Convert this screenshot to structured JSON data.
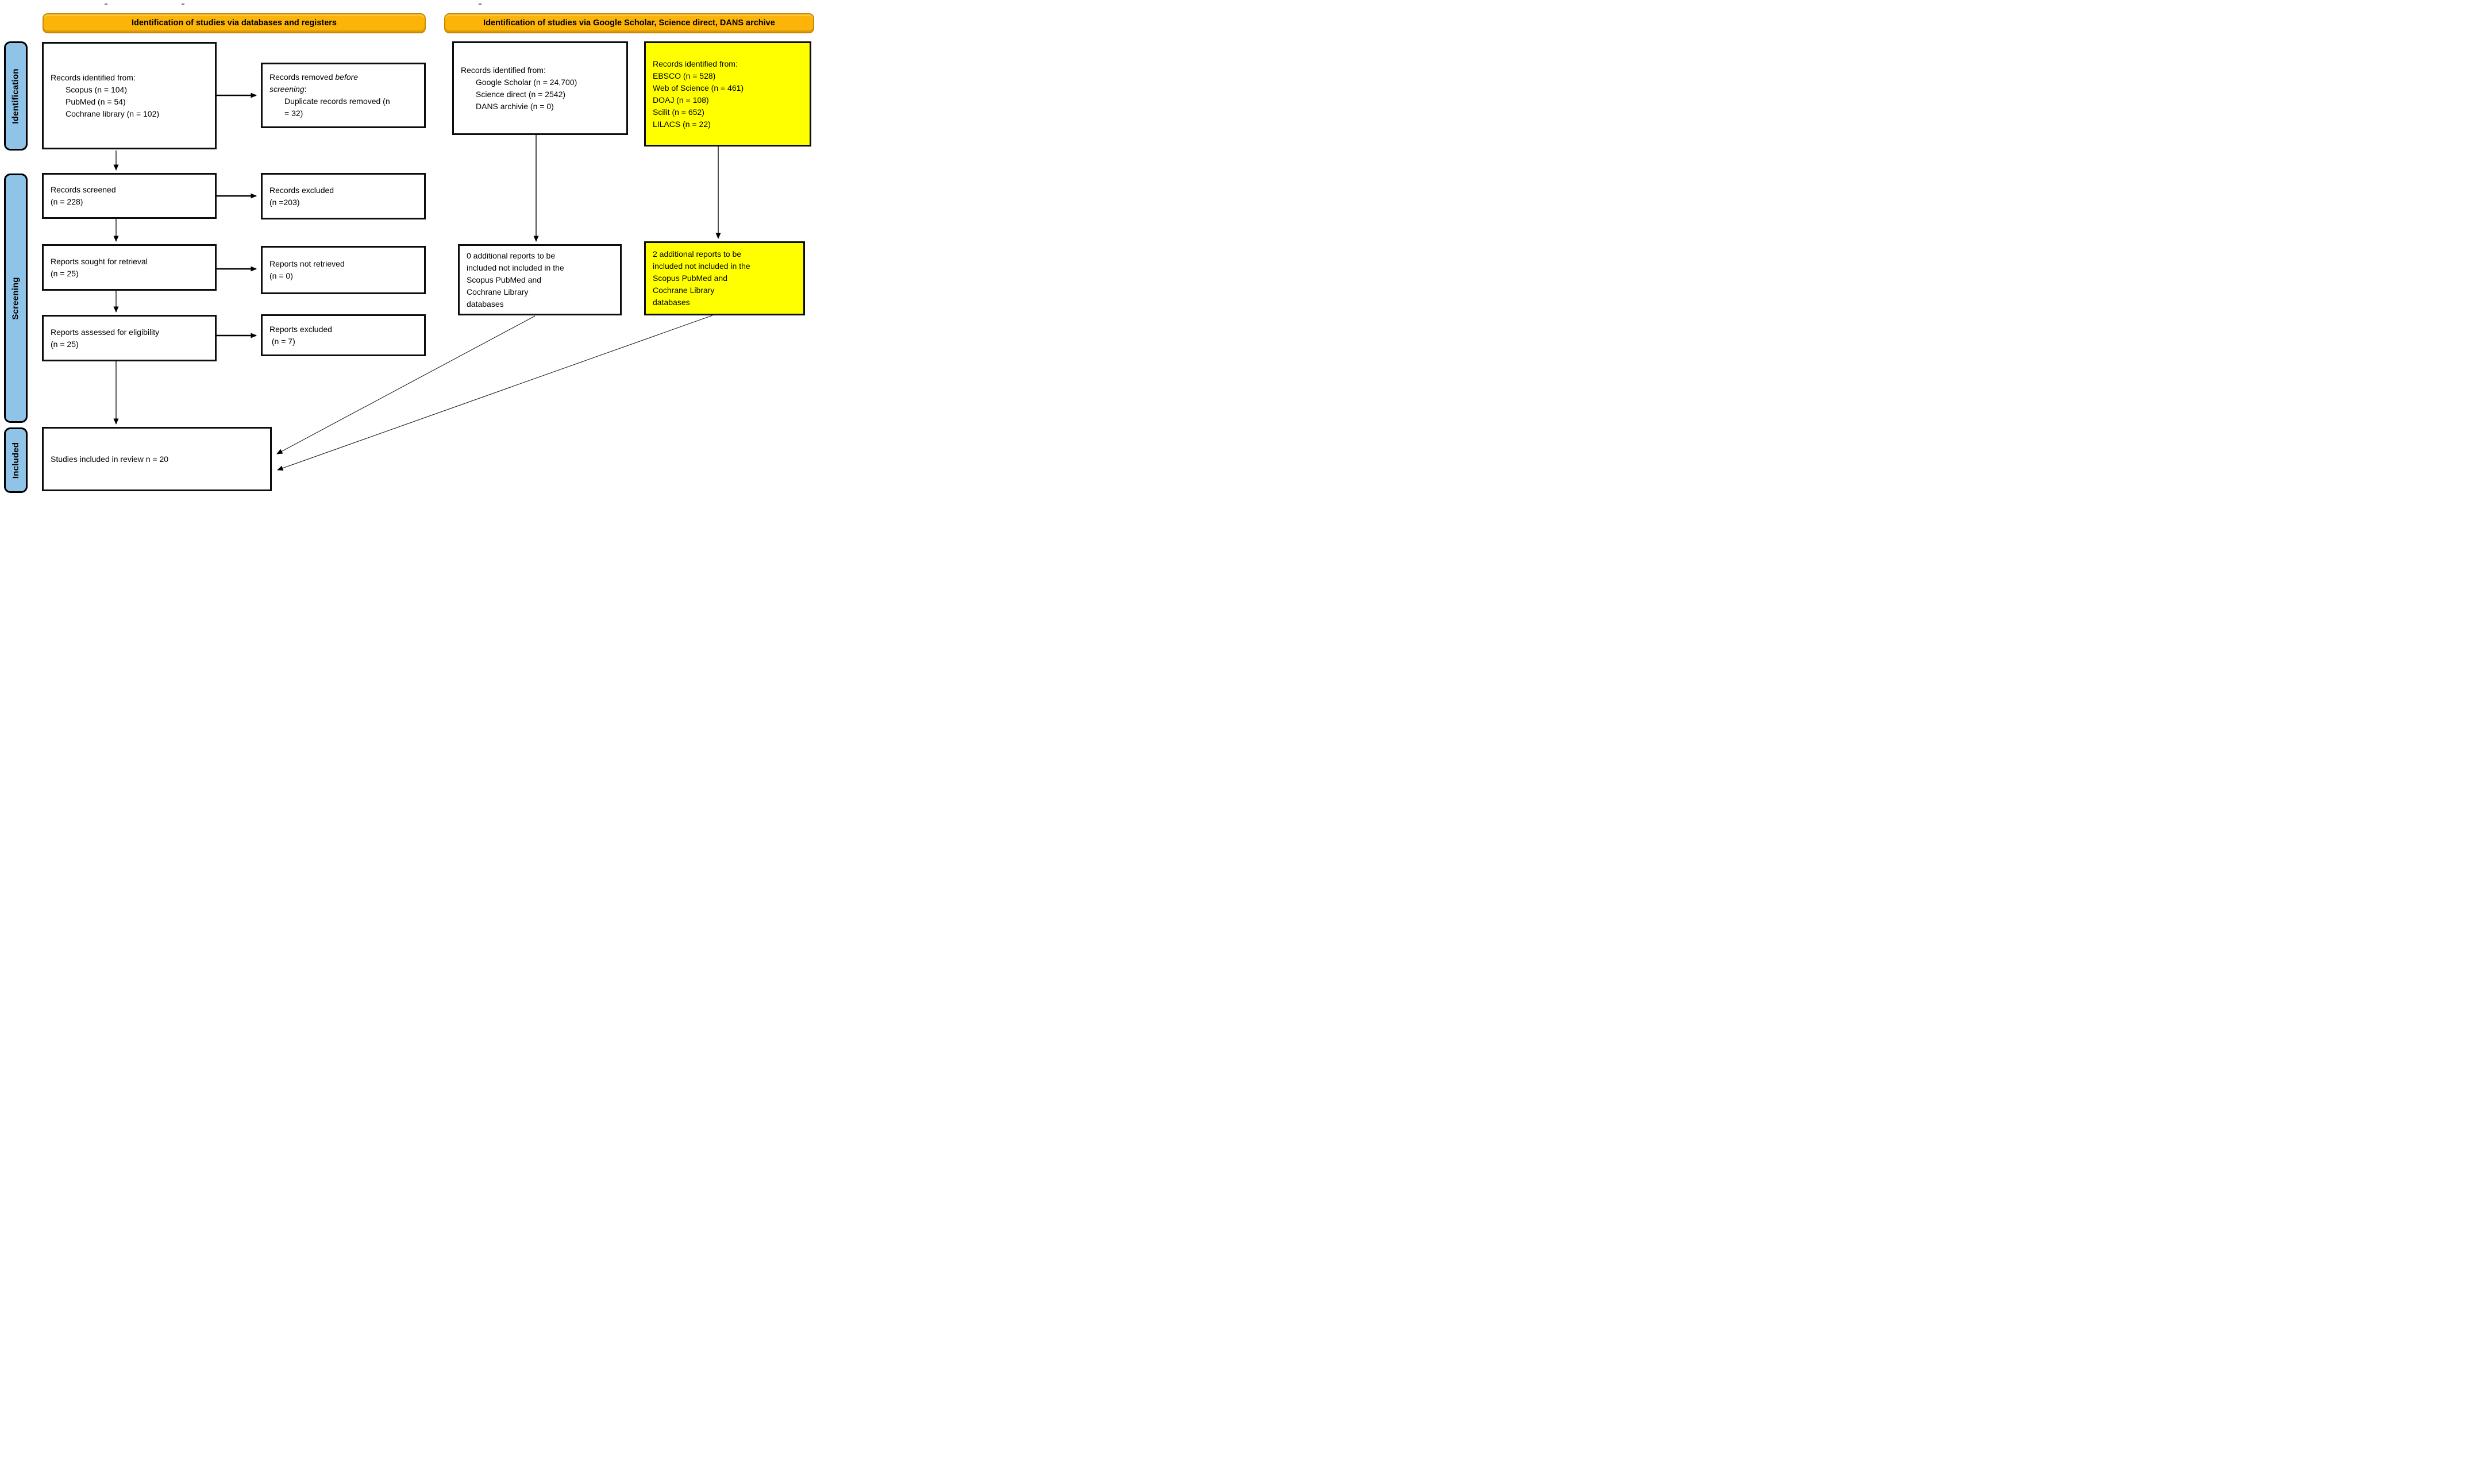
{
  "colors": {
    "header_fill": "#FCB408",
    "header_border": "#C88A00",
    "stage_bar_fill": "#8FC4E8",
    "highlight_fill": "#FFFF00",
    "box_border": "#0d0d0d"
  },
  "headers": {
    "left": "Identification of studies via databases and registers",
    "right": "Identification of studies via Google Scholar, Science direct, DANS archive"
  },
  "sidebar": {
    "identification": "Identification",
    "screening": "Screening",
    "included": "Included"
  },
  "boxes": {
    "records_db": {
      "title": "Records identified from:",
      "items": [
        "Scopus (n = 104)",
        "PubMed (n = 54)",
        "Cochrane library (n = 102)"
      ]
    },
    "records_removed": {
      "line1_normal": "Records removed ",
      "line1_italic": "before",
      "line2_italic": "screening",
      "line2_normal": ":",
      "items": [
        "Duplicate records removed (n",
        "= 32)"
      ]
    },
    "records_screened": {
      "lines": [
        "Records screened",
        "(n = 228)"
      ]
    },
    "records_excluded": {
      "lines": [
        "Records excluded",
        "(n =203)"
      ]
    },
    "reports_sought": {
      "lines": [
        "Reports sought for retrieval",
        "(n = 25)"
      ]
    },
    "reports_not_retrieved": {
      "lines": [
        "Reports not retrieved",
        "(n = 0)"
      ]
    },
    "reports_assessed": {
      "lines": [
        "Reports assessed for eligibility",
        "(n = 25)"
      ]
    },
    "reports_excluded": {
      "lines": [
        "Reports excluded",
        " (n = 7)"
      ]
    },
    "studies_included": {
      "lines": [
        "Studies included in review n = 20"
      ]
    },
    "records_other": {
      "title": "Records identified from:",
      "items": [
        "Google Scholar (n = 24,700)",
        "Science direct (n = 2542)",
        "DANS archivie (n = 0)"
      ]
    },
    "records_highlight": {
      "title": "Records identified from:",
      "items": [
        "EBSCO (n = 528)",
        "Web of Science (n = 461)",
        "DOAJ (n = 108)",
        "Scilit (n = 652)",
        "LILACS (n = 22)"
      ]
    },
    "additional_0": {
      "lines": [
        "0 additional reports to be",
        "included not included in the",
        "Scopus PubMed and",
        "Cochrane Library",
        "databases"
      ]
    },
    "additional_2": {
      "lines": [
        "2 additional reports to be",
        "included not included in the",
        "Scopus PubMed and",
        "Cochrane Library",
        "databases"
      ]
    }
  }
}
